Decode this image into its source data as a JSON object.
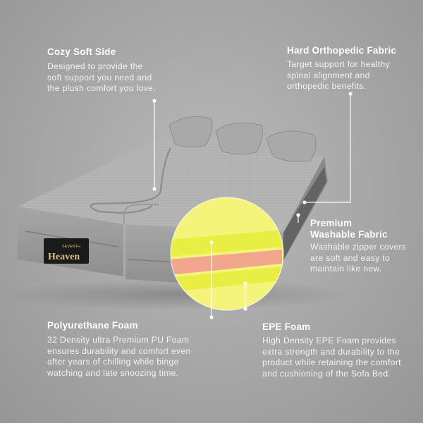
{
  "brand": {
    "logo_small": "SEVENTH",
    "logo_big": "Heaven"
  },
  "features": {
    "cozy": {
      "title": "Cozy Soft Side",
      "lines": [
        "Designed to provide the",
        "soft support you need and",
        "the plush  comfort you love."
      ]
    },
    "hard": {
      "title": "Hard Orthopedic Fabric",
      "lines": [
        "Target support for healthy",
        "spinal alignment and",
        "orthopedic benefits."
      ]
    },
    "premium": {
      "title_line1": "Premium",
      "title_line2": "Washable Fabric",
      "lines": [
        "Washable zipper covers",
        "are soft and easy to",
        "maintain like new."
      ]
    },
    "pu": {
      "title": "Polyurethane Foam",
      "lines": [
        "32 Density ultra Premium PU Foam",
        "ensures durability and comfort even",
        "after years of chilling while binge",
        "watching and late snoozing time."
      ]
    },
    "epe": {
      "title": "EPE Foam",
      "lines": [
        "High Density EPE Foam provides",
        "extra strength and durability to the",
        "product while retaining the comfort",
        "and cushioning of the Sofa Bed."
      ]
    }
  },
  "colors": {
    "background": "#a8a8a8",
    "fabric": "#b4b4b4",
    "foam_yellow": "#f4f47a",
    "foam_pink": "#f2a68e",
    "callout_line": "#ffffff"
  }
}
